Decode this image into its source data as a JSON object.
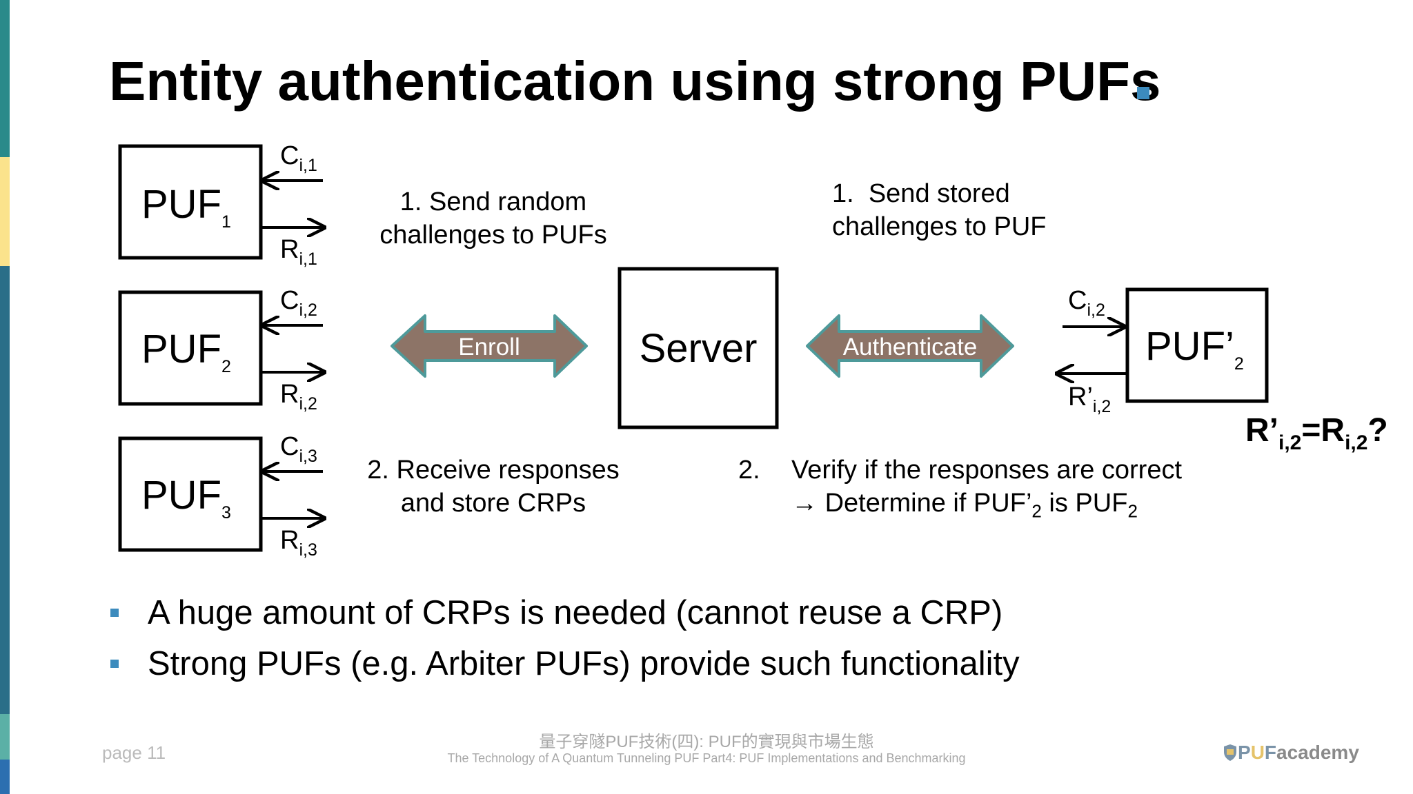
{
  "colors": {
    "sidebar": [
      "#2a8a8a",
      "#fbe38c",
      "#2a6e88",
      "#5bb0a6",
      "#2c6fb0"
    ],
    "accent": "#3c8bbd",
    "double_arrow_fill": "#8d7467",
    "double_arrow_stroke": "#4e9a9a"
  },
  "slide": {
    "title": "Entity authentication using strong PUFs",
    "page_label": "page 11",
    "footer_title_zh": "量子穿隧PUF技術(四): PUF的實現與市場生態",
    "footer_title_en": "The Technology of A Quantum Tunneling PUF Part4: PUF Implementations and Benchmarking",
    "logo": {
      "icon": "puf-academy-logo-icon",
      "part1": "P",
      "part2": "U",
      "part3": "F",
      "part4": "academy"
    }
  },
  "diagram": {
    "pufs": [
      {
        "base": "PUF",
        "sub": "1",
        "challenge": {
          "base": "C",
          "sub": "i,1"
        },
        "response": {
          "base": "R",
          "sub": "i,1"
        }
      },
      {
        "base": "PUF",
        "sub": "2",
        "challenge": {
          "base": "C",
          "sub": "i,2"
        },
        "response": {
          "base": "R",
          "sub": "i,2"
        }
      },
      {
        "base": "PUF",
        "sub": "3",
        "challenge": {
          "base": "C",
          "sub": "i,3"
        },
        "response": {
          "base": "R",
          "sub": "i,3"
        }
      }
    ],
    "server_label": "Server",
    "enroll_label": "Enroll",
    "authenticate_label": "Authenticate",
    "test_puf": {
      "base": "PUF’",
      "sub": "2",
      "challenge": {
        "base": "C",
        "sub": "i,2"
      },
      "response": {
        "base": "R’",
        "sub": "i,2"
      }
    },
    "equality": {
      "lhs_base": "R’",
      "lhs_sub": "i,2",
      "eq": "=",
      "rhs_base": "R",
      "rhs_sub": "i,2",
      "q": "?"
    },
    "enroll_steps": {
      "step1_line1": "1. Send random",
      "step1_line2": "challenges to PUFs",
      "step2_line1": "2. Receive responses",
      "step2_line2": "and store CRPs"
    },
    "auth_steps": {
      "step1_num": "1.",
      "step1_line1": "Send stored",
      "step1_line2": "challenges to PUF",
      "step2_num": "2.",
      "step2_line1": "Verify if the responses are correct",
      "step2_arrow": "→",
      "step2_text_a": "Determine if PUF’",
      "step2_sub_a": "2",
      "step2_text_b": " is PUF",
      "step2_sub_b": "2"
    }
  },
  "bullets": [
    "A huge amount of CRPs is needed (cannot reuse a CRP)",
    "Strong PUFs (e.g. Arbiter PUFs) provide such functionality"
  ]
}
